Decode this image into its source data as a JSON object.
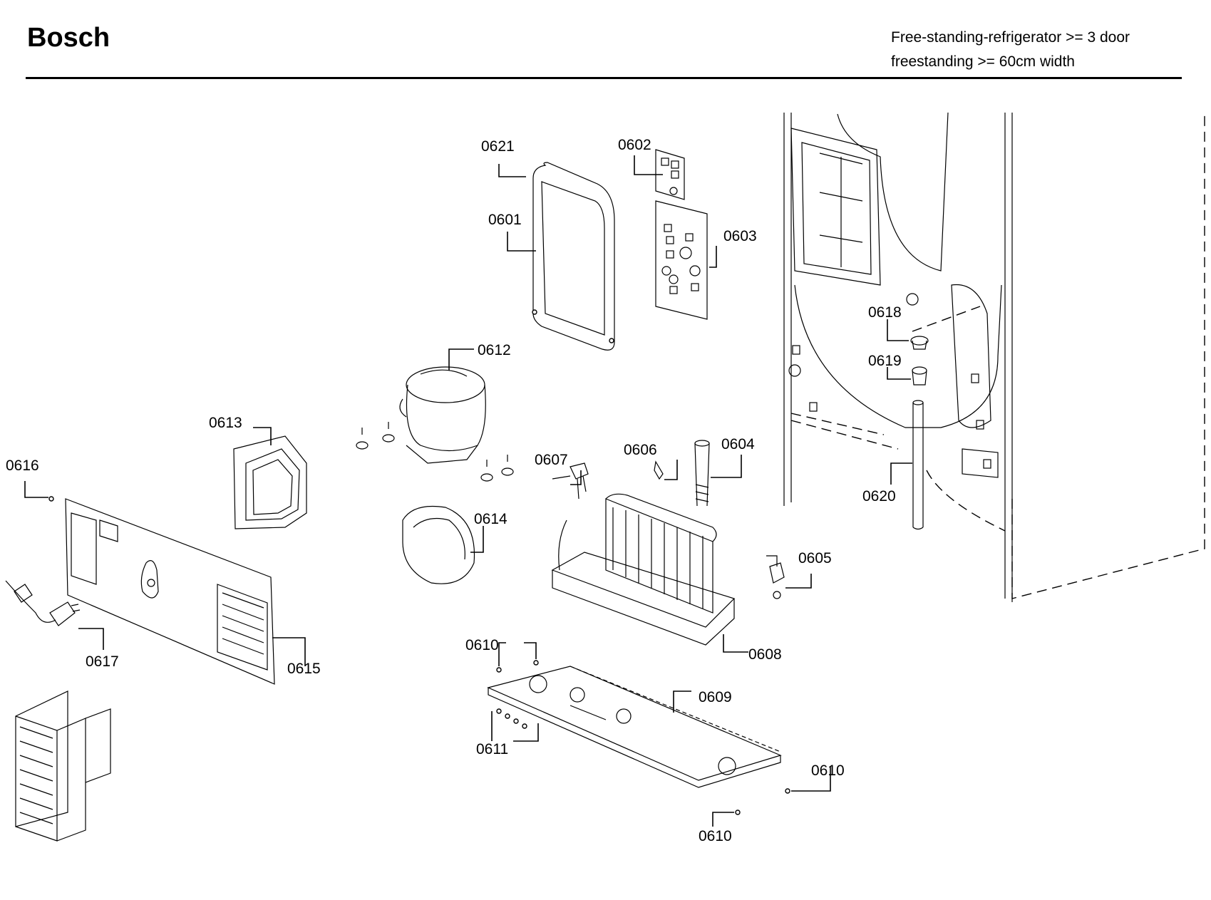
{
  "header": {
    "brand": "Bosch",
    "subtitle_line1": "Free-standing-refrigerator >= 3 door",
    "subtitle_line2": "freestanding >= 60cm width"
  },
  "callouts": {
    "c0601": "0601",
    "c0602": "0602",
    "c0603": "0603",
    "c0604": "0604",
    "c0605": "0605",
    "c0606": "0606",
    "c0607": "0607",
    "c0608": "0608",
    "c0609": "0609",
    "c0610a": "0610",
    "c0610b": "0610",
    "c0610c": "0610",
    "c0611": "0611",
    "c0612": "0612",
    "c0613": "0613",
    "c0614": "0614",
    "c0615": "0615",
    "c0616": "0616",
    "c0617": "0617",
    "c0618": "0618",
    "c0619": "0619",
    "c0620": "0620",
    "c0621": "0621"
  }
}
